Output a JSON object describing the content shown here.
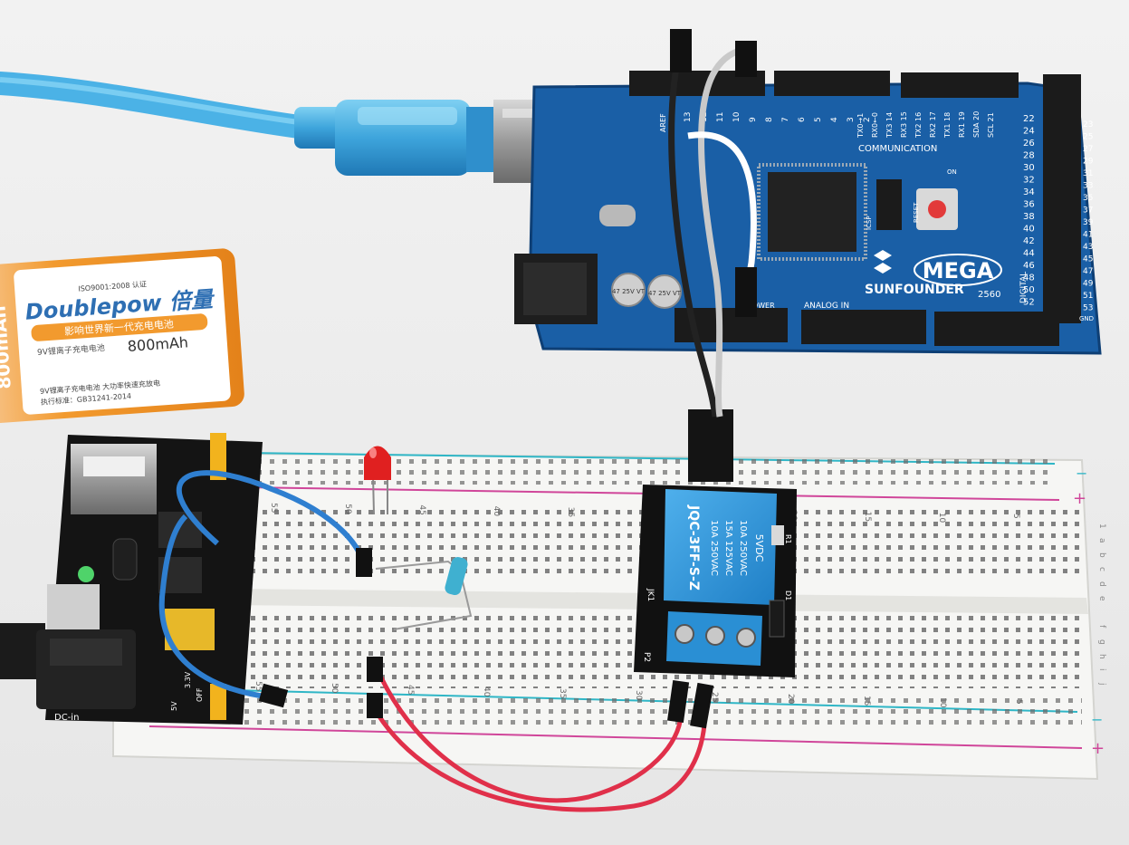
{
  "battery": {
    "brand": "Doublepow 倍量",
    "cert": "ISO9001:2008 认证",
    "slogan": "影响世界新一代充电电池",
    "type_label": "9V锂离子充电电池",
    "capacity": "800mAh",
    "side_capacity": "800mAh",
    "footer_line1": "9V锂离子充电电池 大功率快速充放电",
    "footer_line2": "执行标准：GB31241-2014"
  },
  "arduino": {
    "model": "MEGA",
    "model_number": "2560",
    "brand": "SUNFOUNDER",
    "communication_label": "COMMUNICATION",
    "analog_label": "ANALOG IN",
    "power_label": "POWER",
    "digital_label": "DIGITAL",
    "reset_label": "RESET",
    "icsp_label": "ICSP",
    "on_label": "ON",
    "gnd_label": "GND",
    "aref_label": "AREF",
    "pwm_pins": [
      "13",
      "12",
      "11",
      "10",
      "9",
      "8",
      "7",
      "6",
      "5",
      "4",
      "3",
      "2"
    ],
    "comm_pins": [
      "TX0→1",
      "RX0←0",
      "TX3 14",
      "RX3 15",
      "TX2 16",
      "RX2 17",
      "TX1 18",
      "RX1 19",
      "SDA 20",
      "SCL 21"
    ],
    "digital_pins_left": [
      "22",
      "24",
      "26",
      "28",
      "30",
      "32",
      "34",
      "36",
      "38",
      "40",
      "42",
      "44",
      "46",
      "48",
      "50",
      "52"
    ],
    "digital_pins_right": [
      "23",
      "25",
      "27",
      "29",
      "31",
      "33",
      "35",
      "37",
      "39",
      "41",
      "43",
      "45",
      "47",
      "49",
      "51",
      "53"
    ],
    "cap_labels": [
      "47 25V VT",
      "47 25V VT"
    ]
  },
  "relay": {
    "line1": "5VDC",
    "line2": "10A 250VAC",
    "line3": "15A 125VAC",
    "line4": "10A 250VAC",
    "model": "JQC-3FF-S-Z",
    "jk1_label": "JK1",
    "p2_label": "P2",
    "d1_label": "D1",
    "r1_label": "R1"
  },
  "power_module": {
    "dc_label": "DC-in",
    "v5_label": "5V",
    "v33_label": "3.3V",
    "off_label": "OFF"
  },
  "breadboard": {
    "top_numbers": [
      "55",
      "50",
      "45",
      "40",
      "35",
      "30",
      "25",
      "20",
      "15",
      "10",
      "5"
    ],
    "bottom_numbers": [
      "55",
      "50",
      "45",
      "40",
      "35",
      "30",
      "25",
      "20",
      "15",
      "10",
      "5"
    ],
    "rows_top": [
      "1",
      "a",
      "b",
      "c",
      "d",
      "e"
    ],
    "rows_bottom": [
      "f",
      "g",
      "h",
      "i",
      "j"
    ],
    "minus": "−",
    "plus": "+"
  },
  "colors": {
    "arduino_blue": "#1a5fa6",
    "relay_blue": "#2a8fd4",
    "usb_blue": "#3ea5dc",
    "wire_red": "#e0304a",
    "wire_blue": "#2f7fd0",
    "battery_orange": "#f29a2e"
  }
}
